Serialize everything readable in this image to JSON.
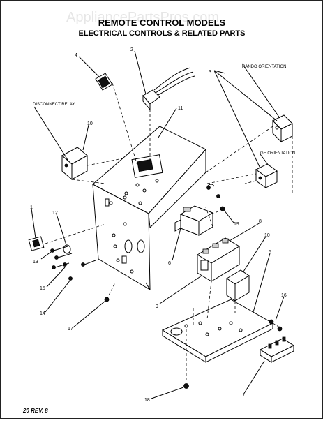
{
  "watermark": "AppliancePartsPros.com",
  "title": "REMOTE CONTROL MODELS",
  "subtitle": "ELECTRICAL CONTROLS & RELATED PARTS",
  "notes": {
    "rando": "RANDO ORIENTATION",
    "ge": "GE ORIENTATION",
    "disconnect": "DISCONNECT RELAY"
  },
  "callouts": {
    "c1": "1",
    "c2": "2",
    "c3": "3",
    "c4": "4",
    "c5": "5",
    "c6": "6",
    "c7": "7",
    "c8": "8",
    "c9": "9",
    "c10a": "10",
    "c10b": "10",
    "c11": "11",
    "c12": "12",
    "c13": "13",
    "c14": "14",
    "c15": "15",
    "c16": "16",
    "c17": "17",
    "c18": "18",
    "c19": "19"
  },
  "footer": "20 REV. 8"
}
